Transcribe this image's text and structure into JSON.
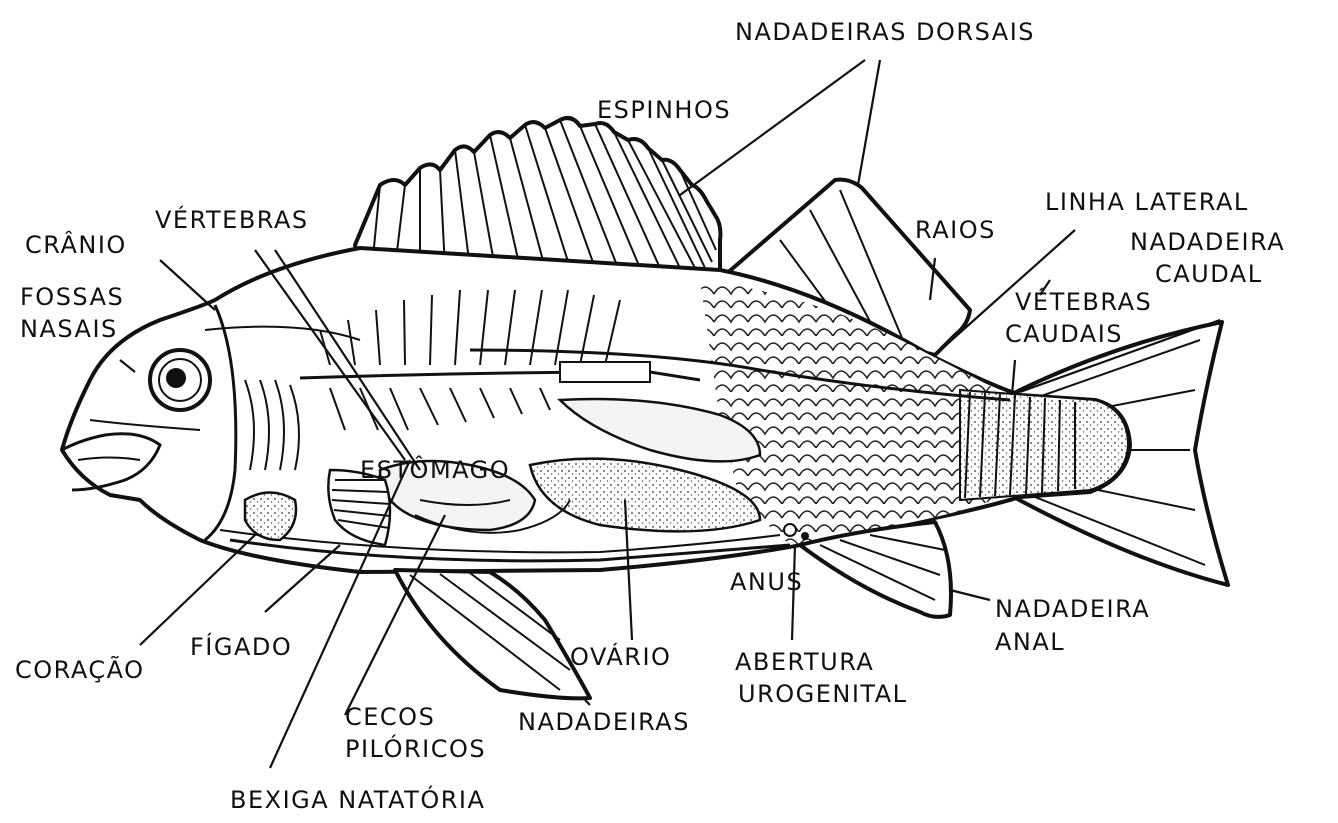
{
  "labels": {
    "nadadeiras_dorsais": "NADADEIRAS DORSAIS",
    "espinhos": "ESPINHOS",
    "linha_lateral": "LINHA LATERAL",
    "raios": "RAIOS",
    "nadadeira_caudal_1": "NADADEIRA",
    "nadadeira_caudal_2": "CAUDAL",
    "vertebras_caudais_1": "VÉTEBRAS",
    "vertebras_caudais_2": "CAUDAIS",
    "vertebras": "VÉRTEBRAS",
    "cranio": "CRÂNIO",
    "fossas_nasais_1": "FOSSAS",
    "fossas_nasais_2": "NASAIS",
    "estomago": "ESTÔMAGO",
    "anus": "ANUS",
    "nadadeira_anal_1": "NADADEIRA",
    "nadadeira_anal_2": "ANAL",
    "coracao": "CORAÇÃO",
    "figado": "FÍGADO",
    "ovario": "OVÁRIO",
    "abertura_urogenital_1": "ABERTURA",
    "abertura_urogenital_2": "UROGENITAL",
    "cecos_piloricos_1": "CECOS",
    "cecos_piloricos_2": "PILÓRICOS",
    "nadadeiras": "NADADEIRAS",
    "bexiga_natatoria": "BEXIGA  NATATÓRIA"
  }
}
